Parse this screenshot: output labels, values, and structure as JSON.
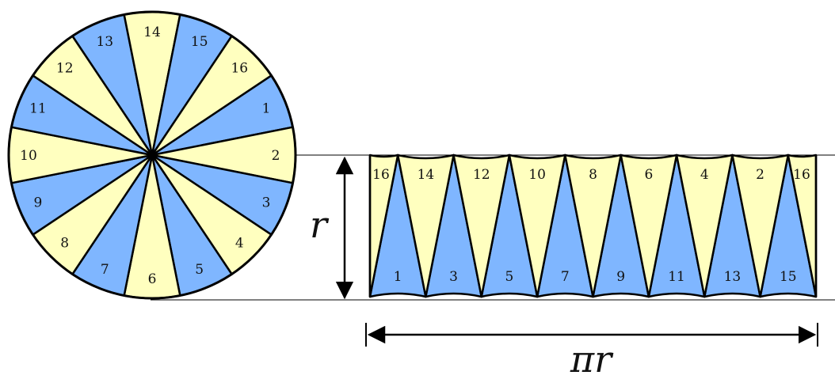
{
  "colors": {
    "blue": "#7fb6ff",
    "yellow": "#ffffbf",
    "stroke": "#000000"
  },
  "circle": {
    "sector_labels": [
      "1",
      "2",
      "3",
      "4",
      "5",
      "6",
      "7",
      "8",
      "9",
      "10",
      "11",
      "12",
      "13",
      "14",
      "15",
      "16"
    ]
  },
  "strip": {
    "top_labels": [
      "16",
      "14",
      "12",
      "10",
      "8",
      "6",
      "4",
      "2",
      "16"
    ],
    "bottom_labels": [
      "1",
      "3",
      "5",
      "7",
      "9",
      "11",
      "13",
      "15"
    ]
  },
  "height_label": "r",
  "width_label": "πr"
}
